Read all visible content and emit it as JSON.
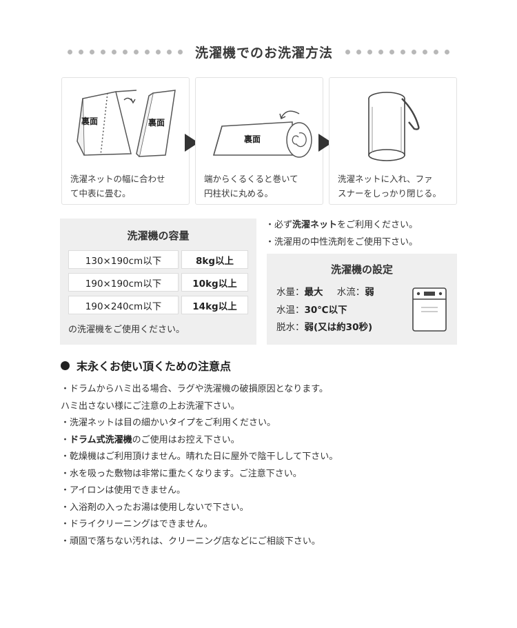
{
  "header": {
    "title": "洗濯機でのお洗濯方法"
  },
  "steps": [
    {
      "label_a": "裏面",
      "label_b": "裏面",
      "text_1": "洗濯ネットの幅に合わせ",
      "text_2": "て中表に畳む。"
    },
    {
      "label_a": "裏面",
      "text_1": "端からくるくると巻いて",
      "text_2": "円柱状に丸める。"
    },
    {
      "text_1": "洗濯ネットに入れ、ファ",
      "text_2": "スナーをしっかり閉じる。"
    }
  ],
  "capacity": {
    "title": "洗濯機の容量",
    "rows": [
      {
        "size": "130×190cm以下",
        "kg": "8kg以上"
      },
      {
        "size": "190×190cm以下",
        "kg": "10kg以上"
      },
      {
        "size": "190×240cm以下",
        "kg": "14kg以上"
      }
    ],
    "note": "の洗濯機をご使用ください。"
  },
  "notes": {
    "line1_pre": "・必ず",
    "line1_bold": "洗濯ネット",
    "line1_post": "をご利用ください。",
    "line2": "・洗濯用の中性洗剤をご使用下さい。"
  },
  "settings": {
    "title": "洗濯機の設定",
    "water_amount_label": "水量：",
    "water_amount_value": "最大",
    "water_flow_label": "水流：",
    "water_flow_value": "弱",
    "water_temp_label": "水温：",
    "water_temp_value": "30℃以下",
    "spin_label": "脱水：",
    "spin_value": "弱(又は約30秒)"
  },
  "care": {
    "title": "末永くお使い頂くための注意点",
    "items": [
      "・ドラムからハミ出る場合、ラグや洗濯機の破損原因となります。",
      "ハミ出さない様にご注意の上お洗濯下さい。",
      "・洗濯ネットは目の細かいタイプをご利用ください。",
      "ご使用はお控え下さい。",
      "・乾燥機はご利用頂けません。晴れた日に屋外で陰干しして下さい。",
      "・水を吸った敷物は非常に重たくなります。ご注意下さい。",
      "・アイロンは使用できません。",
      "・入浴剤の入ったお湯は使用しないで下さい。",
      "・ドライクリーニングはできません。",
      "・頑固で落ちない汚れは、クリーニング店などにご相談下さい。"
    ],
    "drum_pre": "・",
    "drum_bold": "ドラム式洗濯機",
    "drum_post": "のご使用はお控え下さい。"
  }
}
